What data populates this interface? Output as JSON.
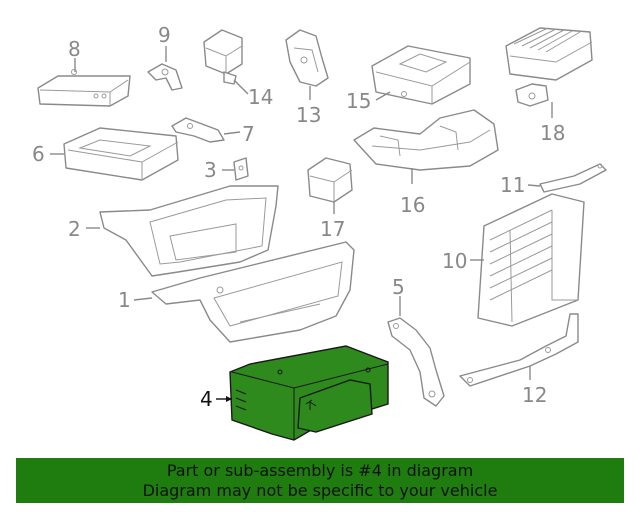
{
  "callouts": {
    "c1": "1",
    "c2": "2",
    "c3": "3",
    "c4": "4",
    "c5": "5",
    "c6": "6",
    "c7": "7",
    "c8": "8",
    "c9": "9",
    "c10": "10",
    "c11": "11",
    "c12": "12",
    "c13": "13",
    "c14": "14",
    "c15": "15",
    "c16": "16",
    "c17": "17",
    "c18": "18"
  },
  "highlight": {
    "part_number": "4",
    "color": "#1e7d0e"
  },
  "banner": {
    "line1": "Part or sub-assembly is #4 in diagram",
    "line2": "Diagram may not be specific to your vehicle"
  }
}
